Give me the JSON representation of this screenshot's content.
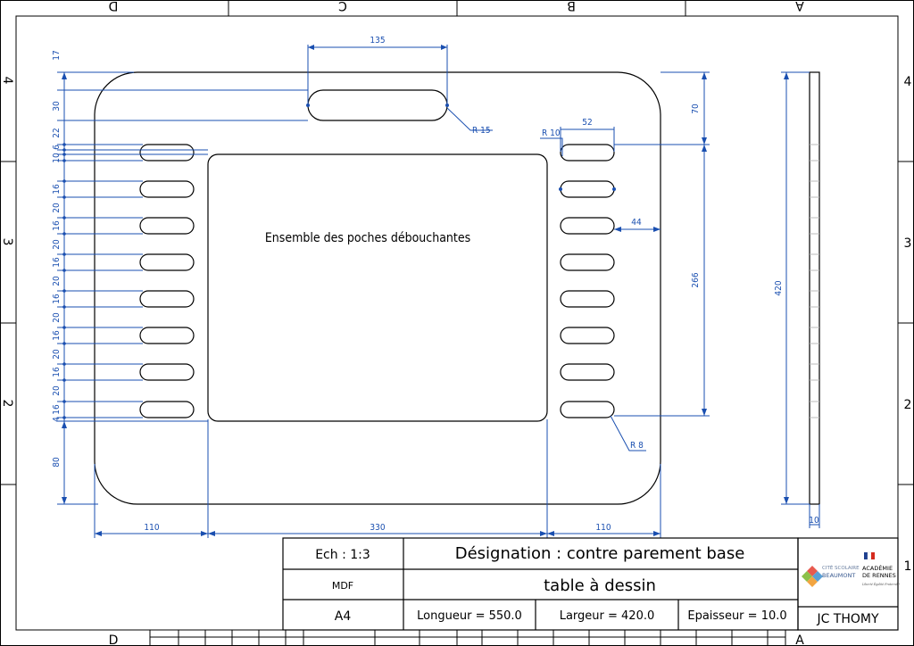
{
  "frame": {
    "zone_letters": [
      "D",
      "C",
      "B",
      "A"
    ],
    "zone_numbers": [
      "4",
      "3",
      "2",
      "1"
    ]
  },
  "drawing": {
    "label": "Ensemble des poches débouchantes",
    "dims": {
      "top_slot_width": "135",
      "top_slot_radius": "R 15",
      "right_radius_10": "R 10",
      "right_slot_width": "52",
      "right_offset": "44",
      "right_top": "70",
      "right_height": "266",
      "right_radius_8": "R 8",
      "side_height": "420",
      "side_thickness": "10",
      "bottom_left": "110",
      "bottom_mid": "330",
      "bottom_right": "110",
      "left_stack": [
        "17",
        "30",
        "22",
        "6",
        "10",
        "16",
        "20",
        "16",
        "20",
        "16",
        "20",
        "16",
        "20",
        "16",
        "20",
        "16",
        "20",
        "16",
        "4",
        "80"
      ]
    }
  },
  "title_block": {
    "scale": "Ech : 1:3",
    "material": "MDF",
    "format": "A4",
    "designation": "Désignation : contre parement base",
    "subtitle": "table à dessin",
    "length": "Longueur = 550.0",
    "width": "Largeur = 420.0",
    "thickness": "Epaisseur = 10.0",
    "author": "JC THOMY",
    "logo_school_line1": "CITÉ SCOLAIRE",
    "logo_school_line2": "BEAUMONT",
    "logo_academy_line1": "ACADÉMIE",
    "logo_academy_line2": "DE RENNES",
    "logo_motto": "Liberté Égalité Fraternité"
  }
}
